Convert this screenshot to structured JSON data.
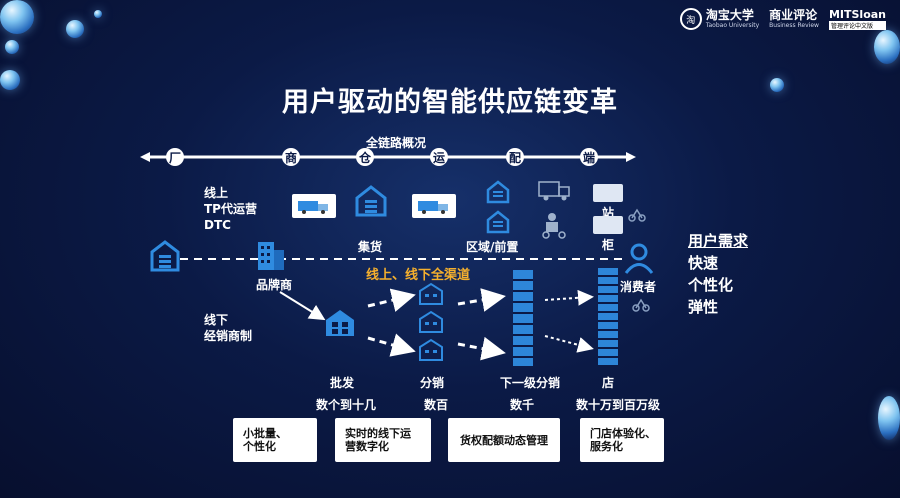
{
  "title": "用户驱动的智能供应链变革",
  "logos": {
    "taobao_seal": "淘",
    "taobao_name": "淘宝大学",
    "taobao_en": "Taobao University",
    "review_name": "商业评论",
    "review_en": "Business Review",
    "mit_name": "MITSloan",
    "mit_sub": "管理评论中文版"
  },
  "chain": {
    "heading": "全链路概况",
    "nodes": [
      "厂",
      "商",
      "仓",
      "运",
      "配",
      "端"
    ]
  },
  "labels": {
    "online": "线上\nTP代运营\nDTC",
    "jihuo": "集货",
    "quyu": "区域/前置",
    "zhan": "站",
    "gui": "柜",
    "brand": "品牌商",
    "channel": "线上、线下全渠道",
    "offline": "线下\n经销商制",
    "consumer": "消费者",
    "pifa": "批发",
    "fenxiao": "分销",
    "xiayiji": "下一级分销",
    "dian": "店",
    "n1": "数个到十几",
    "n2": "数百",
    "n3": "数千",
    "n4": "数十万到百万级"
  },
  "requirements": {
    "title": "用户需求",
    "items": [
      "快速",
      "个性化",
      "弹性"
    ]
  },
  "boxes": [
    "小批量、\n个性化",
    "实时的线下运\n营数字化",
    "货权配额动态管理",
    "门店体验化、\n服务化"
  ],
  "colors": {
    "accent": "#2f8be0",
    "highlight": "#f5b02d",
    "background": "#0b1a46"
  }
}
